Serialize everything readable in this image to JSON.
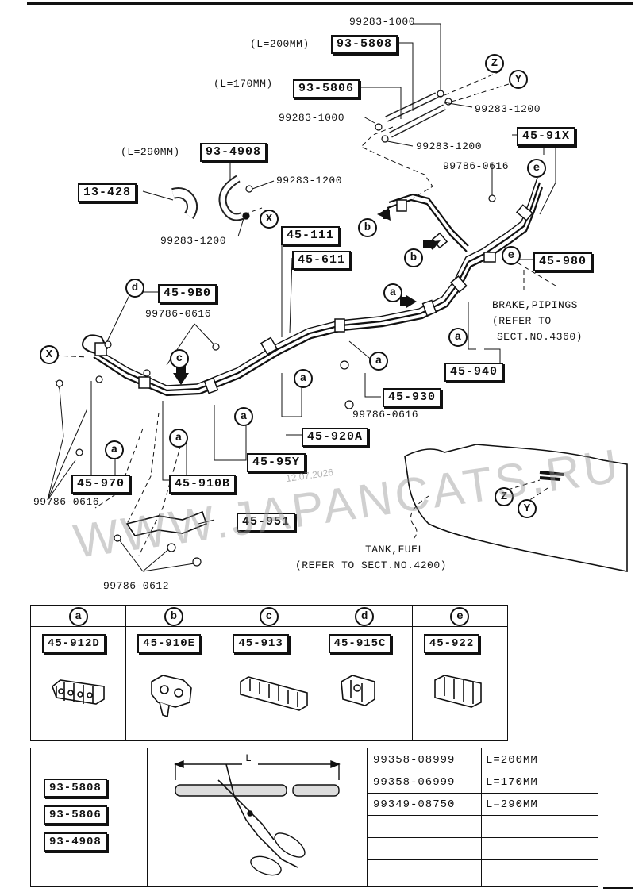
{
  "diagram": {
    "parts": {
      "p93_5808": "93-5808",
      "p93_5806": "93-5806",
      "p93_4908": "93-4908",
      "p13_428": "13-428",
      "p45_111": "45-111",
      "p45_611": "45-611",
      "p45_9B0": "45-9B0",
      "p45_91X": "45-91X",
      "p45_980": "45-980",
      "p45_940": "45-940",
      "p45_930": "45-930",
      "p45_920A": "45-920A",
      "p45_95Y": "45-95Y",
      "p45_970": "45-970",
      "p45_910B": "45-910B",
      "p45_951": "45-951"
    },
    "lengths": {
      "l200": "(L=200MM)",
      "l170": "(L=170MM)",
      "l290": "(L=290MM)"
    },
    "fasteners": {
      "f1000a": "99283-1000",
      "f1000b": "99283-1000",
      "f1200a": "99283-1200",
      "f1200b": "99283-1200",
      "f1200c": "99283-1200",
      "f1200d": "99283-1200",
      "f0616a": "99786-0616",
      "f0616b": "99786-0616",
      "f0616c": "99786-0616",
      "f0616d": "99786-0616",
      "f0612": "99786-0612"
    },
    "callouts": {
      "a": "a",
      "b": "b",
      "c": "c",
      "d": "d",
      "e": "e",
      "X": "X",
      "Y": "Y",
      "Z": "Z"
    },
    "notes": {
      "brake1": "BRAKE,PIPINGS",
      "brake2": "(REFER TO",
      "brake3": "SECT.NO.4360)",
      "tank1": "TANK,FUEL",
      "tank2": "(REFER TO SECT.NO.4200)"
    },
    "watermark": "WWW.JAPANCATS.RU",
    "watermark_date": "12.07.2026"
  },
  "clip_table": [
    {
      "key": "a",
      "part": "45-912D"
    },
    {
      "key": "b",
      "part": "45-910E"
    },
    {
      "key": "c",
      "part": "45-913"
    },
    {
      "key": "d",
      "part": "45-915C"
    },
    {
      "key": "e",
      "part": "45-922"
    }
  ],
  "hose_table": {
    "left_parts": [
      "93-5808",
      "93-5806",
      "93-4908"
    ],
    "length_symbol": "L",
    "rows": [
      {
        "part": "99358-08999",
        "length": "L=200MM"
      },
      {
        "part": "99358-06999",
        "length": "L=170MM"
      },
      {
        "part": "99349-08750",
        "length": "L=290MM"
      },
      {
        "part": "",
        "length": ""
      },
      {
        "part": "",
        "length": ""
      },
      {
        "part": "",
        "length": ""
      }
    ]
  }
}
